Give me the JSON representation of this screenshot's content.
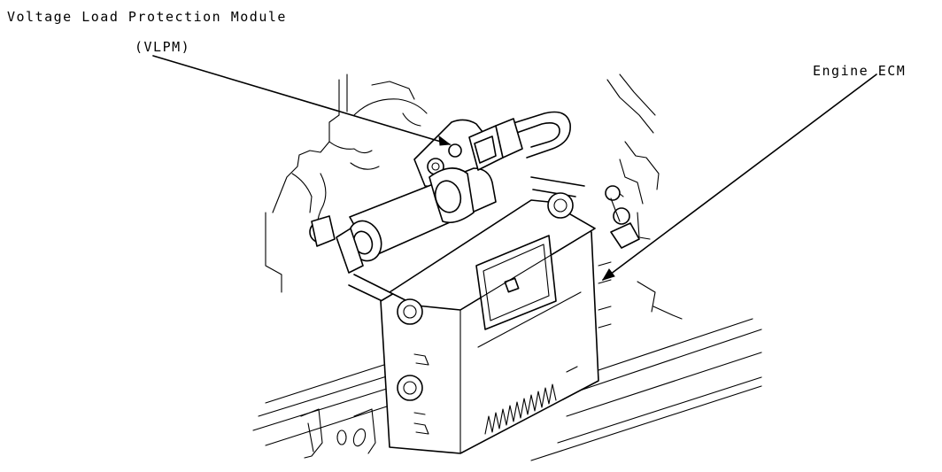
{
  "callouts": {
    "vlpm_line1": "Voltage Load Protection Module",
    "vlpm_line2": "(VLPM)",
    "engine_ecm": "Engine ECM"
  }
}
